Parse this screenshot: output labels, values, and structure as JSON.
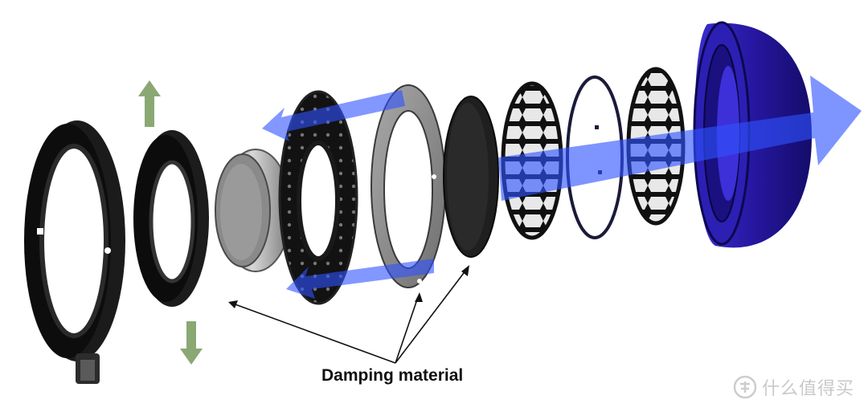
{
  "annotation": {
    "label": "Damping material"
  },
  "watermark": {
    "text": "什么值得买",
    "icon": "zhi-logo-icon"
  },
  "colors": {
    "flow_arrow": "#2f52ff",
    "side_arrow": "#8aa873",
    "housing": "#2a1fa8",
    "part_dark": "#141414",
    "part_mid": "#8c8c8c",
    "pointer": "#111111"
  },
  "parts": [
    "outer-mount-ring",
    "clamp-ring",
    "driver-cup",
    "perforated-disk",
    "gasket-ring",
    "dark-damping-disk",
    "honeycomb-grille-1",
    "thin-wire-ring",
    "honeycomb-grille-2",
    "earcup-housing"
  ]
}
